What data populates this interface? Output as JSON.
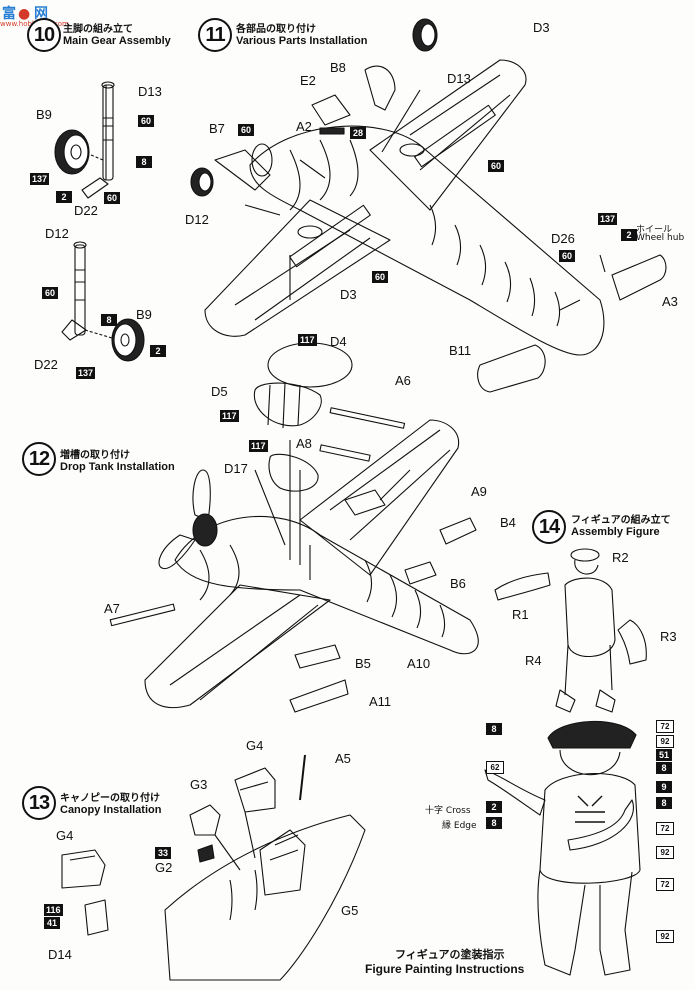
{
  "watermark": {
    "site": "www.hobbyfan.com"
  },
  "steps": [
    {
      "id": "s10",
      "number": "10",
      "jp": "主脚の組み立て",
      "en": "Main Gear Assembly"
    },
    {
      "id": "s11",
      "number": "11",
      "jp": "各部品の取り付け",
      "en": "Various Parts Installation"
    },
    {
      "id": "s12",
      "number": "12",
      "jp": "増槽の取り付け",
      "en": "Drop Tank Installation"
    },
    {
      "id": "s13",
      "number": "13",
      "jp": "キャノピーの取り付け",
      "en": "Canopy Installation"
    },
    {
      "id": "s14",
      "number": "14",
      "jp": "フィギュアの組み立て",
      "en": "Assembly Figure"
    }
  ],
  "labels": {
    "d13a": "D13",
    "b9a": "B9",
    "d22a": "D22",
    "d12a": "D12",
    "d22b": "D22",
    "b9b": "B9",
    "d3a": "D3",
    "b8": "B8",
    "d13b": "D13",
    "e2": "E2",
    "a2": "A2",
    "b7": "B7",
    "d12b": "D12",
    "d3b": "D3",
    "d26": "D26",
    "a3": "A3",
    "b11": "B11",
    "d4": "D4",
    "d5": "D5",
    "a6": "A6",
    "a8": "A8",
    "d17": "D17",
    "a9": "A9",
    "b4": "B4",
    "b6": "B6",
    "a7": "A7",
    "b5": "B5",
    "a10": "A10",
    "a11": "A11",
    "g4a": "G4",
    "a5": "A5",
    "g3": "G3",
    "g2": "G2",
    "g5": "G5",
    "g4b": "G4",
    "d14": "D14",
    "r2": "R2",
    "r1": "R1",
    "r3": "R3",
    "r4": "R4"
  },
  "wheel_hub": {
    "jp": "ホイール",
    "en": "Wheel hub"
  },
  "figure_paint": {
    "jp": "フィギュアの塗装指示",
    "en": "Figure Painting Instructions",
    "cross_jp": "十字",
    "cross_en": "Cross",
    "edge_jp": "縁",
    "edge_en": "Edge"
  },
  "colors": {
    "c60a": "60",
    "c8a": "8",
    "c137a": "137",
    "c2a": "2",
    "c60b": "60",
    "c60c": "60",
    "c8b": "8",
    "c2b": "2",
    "c137b": "137",
    "c60d": "60",
    "c28": "28",
    "c60e": "60",
    "c60f": "60",
    "c137c": "137",
    "c2c": "2",
    "c60g": "60",
    "c117a": "117",
    "c117b": "117",
    "c117c": "117",
    "c33": "33",
    "c116": "116",
    "c41": "41",
    "p8a": "8",
    "p72a": "72",
    "p92a": "92",
    "p51": "51",
    "p62": "62",
    "p8b": "8",
    "p9": "9",
    "p8c": "8",
    "p2": "2",
    "p8d": "8",
    "p72b": "72",
    "p92b": "92",
    "p72c": "72",
    "p92c": "92"
  }
}
